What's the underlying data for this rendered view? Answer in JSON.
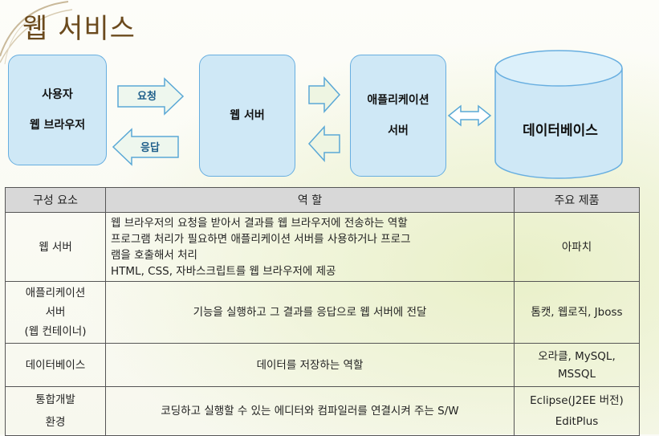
{
  "title": "웹 서비스",
  "diagram": {
    "client_box": [
      "사용자",
      "웹 브라우저"
    ],
    "web_server_box": "웹 서버",
    "app_server_box": [
      "애플리케이션",
      "서버"
    ],
    "database": "데이터베이스",
    "request_label": "요청",
    "response_label": "응답"
  },
  "table": {
    "headers": [
      "구성 요소",
      "역 할",
      "주요 제품"
    ],
    "rows": [
      {
        "component": [
          "웹 서버"
        ],
        "role": [
          "웹 브라우저의 요청을 받아서 결과를 웹 브라우저에 전송하는 역할",
          "프로그램 처리가 필요하면 애플리케이션 서버를 사용하거나 프로그",
          "램을 호출해서 처리",
          "HTML, CSS, 자바스크립트를 웹 브라우저에 제공"
        ],
        "products": [
          "아파치"
        ]
      },
      {
        "component": [
          "애플리케이션",
          "서버",
          "(웹 컨테이너)"
        ],
        "role": [
          "기능을 실행하고 그 결과를 응답으로 웹 서버에 전달"
        ],
        "products": [
          "톰캣, 웹로직, Jboss"
        ]
      },
      {
        "component": [
          "데이터베이스"
        ],
        "role": [
          "데이터를 저장하는 역할"
        ],
        "products": [
          "오라클, MySQL,",
          "MSSQL"
        ]
      },
      {
        "component": [
          "통합개발",
          "환경"
        ],
        "role": [
          "코딩하고 실행할 수 있는 에디터와 컴파일러를 연결시켜 주는 S/W"
        ],
        "products": [
          "Eclipse(J2EE 버전)",
          "EditPlus"
        ]
      }
    ]
  }
}
